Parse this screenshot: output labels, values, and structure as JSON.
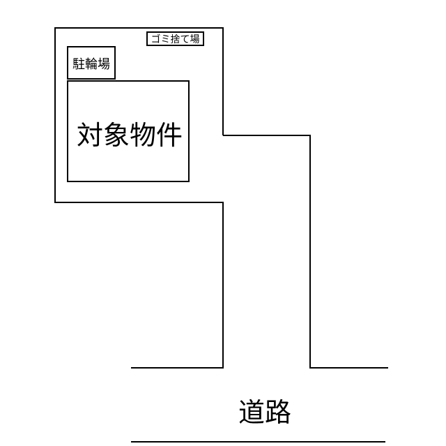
{
  "labels": {
    "trash_area": "ゴミ捨て場",
    "bicycle_parking": "駐輪場",
    "target_property": "対象物件",
    "road": "道路"
  },
  "colors": {
    "background": "#ffffff",
    "line": "#000000"
  }
}
